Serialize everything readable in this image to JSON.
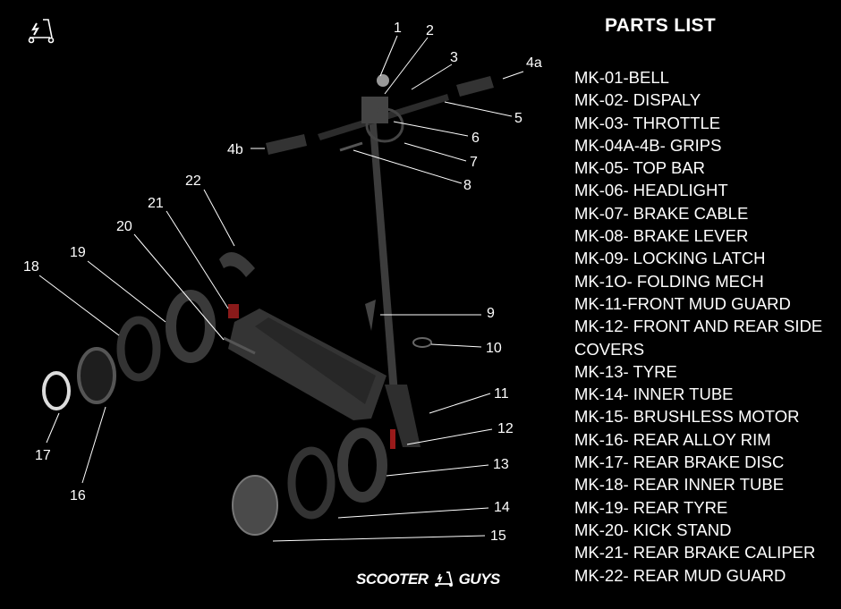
{
  "parts_list": {
    "title": "PARTS LIST",
    "items": [
      "MK-01-BELL",
      "MK-02- DISPALY",
      "MK-03- THROTTLE",
      "MK-04A-4B- GRIPS",
      "MK-05- TOP BAR",
      "MK-06- HEADLIGHT",
      "MK-07- BRAKE CABLE",
      "MK-08- BRAKE LEVER",
      "MK-09- LOCKING LATCH",
      "MK-1O- FOLDING MECH",
      "MK-11-FRONT MUD GUARD",
      "MK-12- FRONT AND REAR SIDE",
      "COVERS",
      "MK-13- TYRE",
      "MK-14- INNER TUBE",
      "MK-15- BRUSHLESS MOTOR",
      "MK-16- REAR ALLOY RIM",
      "MK-17- REAR  BRAKE DISC",
      "MK-18- REAR INNER TUBE",
      "MK-19- REAR TYRE",
      "MK-20- KICK STAND",
      "MK-21- REAR BRAKE CALIPER",
      "MK-22- REAR MUD GUARD"
    ]
  },
  "callouts": [
    "1",
    "2",
    "3",
    "4a",
    "5",
    "6",
    "7",
    "8",
    "4b",
    "9",
    "10",
    "11",
    "12",
    "13",
    "14",
    "15",
    "16",
    "17",
    "18",
    "19",
    "20",
    "21",
    "22"
  ],
  "brand": {
    "left": "SCOOTER",
    "right": "GUYS"
  },
  "colors": {
    "background": "#000000",
    "text": "#ffffff",
    "part": "#3a3a3a",
    "accent": "#b02020"
  }
}
